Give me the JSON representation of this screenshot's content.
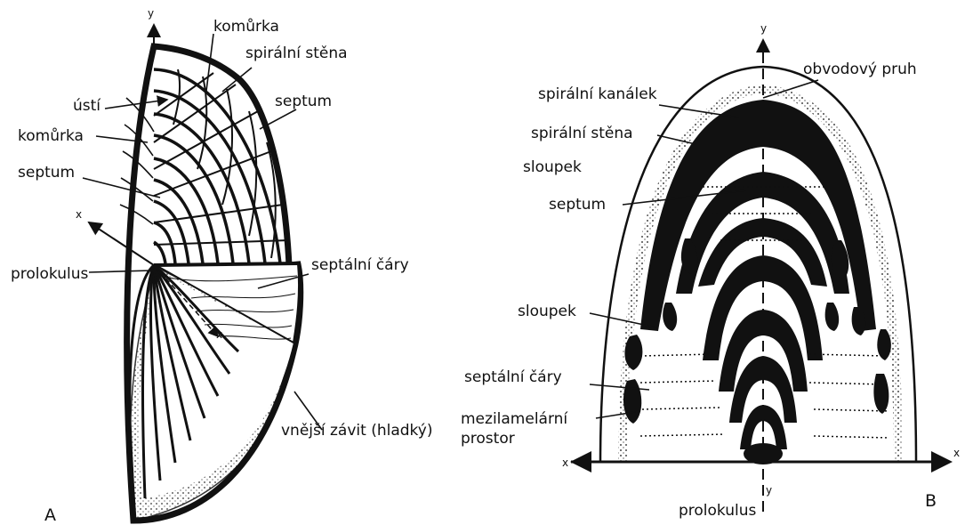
{
  "panelA": {
    "letter": "A",
    "labels": {
      "komurka_top": "komůrka",
      "spiralni_stena": "spirální stěna",
      "usti": "ústí",
      "septum_right": "septum",
      "komurka_left": "komůrka",
      "septum_left": "septum",
      "prolokulus": "prolokulus",
      "septalni_cary": "septální čáry",
      "vnejsi_zavit": "vnější závit (hladký)"
    },
    "axes": {
      "y": "y",
      "x1": "x",
      "x2": "x"
    }
  },
  "panelB": {
    "letter": "B",
    "labels": {
      "obvodovy_pruh": "obvodový pruh",
      "spiralni_kanalek": "spirální kanálek",
      "spiralni_stena": "spirální stěna",
      "sloupek_top": "sloupek",
      "septum": "septum",
      "sloupek_left": "sloupek",
      "septalni_cary": "septální čáry",
      "mezilamelarni_1": "mezilamelární",
      "mezilamelarni_2": "prostor",
      "prolokulus": "prolokulus"
    },
    "axes": {
      "y_top": "y",
      "y_bottom": "y",
      "x_left": "x",
      "x_right": "x"
    }
  }
}
